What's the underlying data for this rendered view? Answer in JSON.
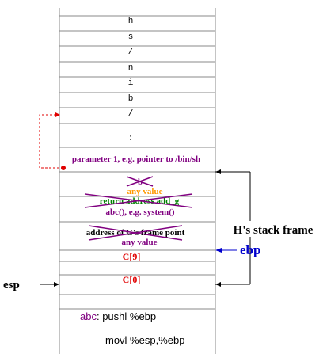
{
  "stack_chars": [
    "h",
    "s",
    "/",
    "n",
    "i",
    "b",
    "/",
    ":"
  ],
  "param_label": "parameter 1, e.g. pointer to /bin/sh",
  "struck_b": "b",
  "any_value_1": "any value",
  "return_address": "return address add_g",
  "abc_label": "abc(), e.g. system()",
  "frame_pointer": "address of G's frame point",
  "any_value_2": "any value",
  "c9": "C[9]",
  "c0": "C[0]",
  "frame_label": "H's stack frame",
  "ebp_label": "ebp",
  "esp_label": "esp",
  "code_label": "abc",
  "code_line1": ": pushl %ebp",
  "code_line2": "movl %esp,%ebp",
  "colors": {
    "purple": "#800080",
    "orange": "#ff9900",
    "green": "#008000",
    "red": "#e00000",
    "blue": "#0000cc",
    "grid": "#888888"
  }
}
